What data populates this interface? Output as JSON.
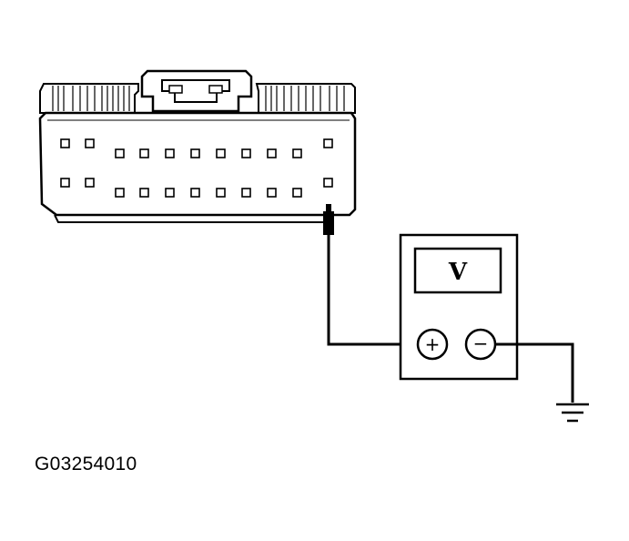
{
  "diagram": {
    "figure_code": "G03254010",
    "meter": {
      "display_label": "V",
      "positive_label": "+",
      "negative_label": "−"
    },
    "connector": {
      "top_row_pins": 11,
      "bottom_row_pins": 11,
      "probed_pin": "bottom-row-right"
    }
  }
}
